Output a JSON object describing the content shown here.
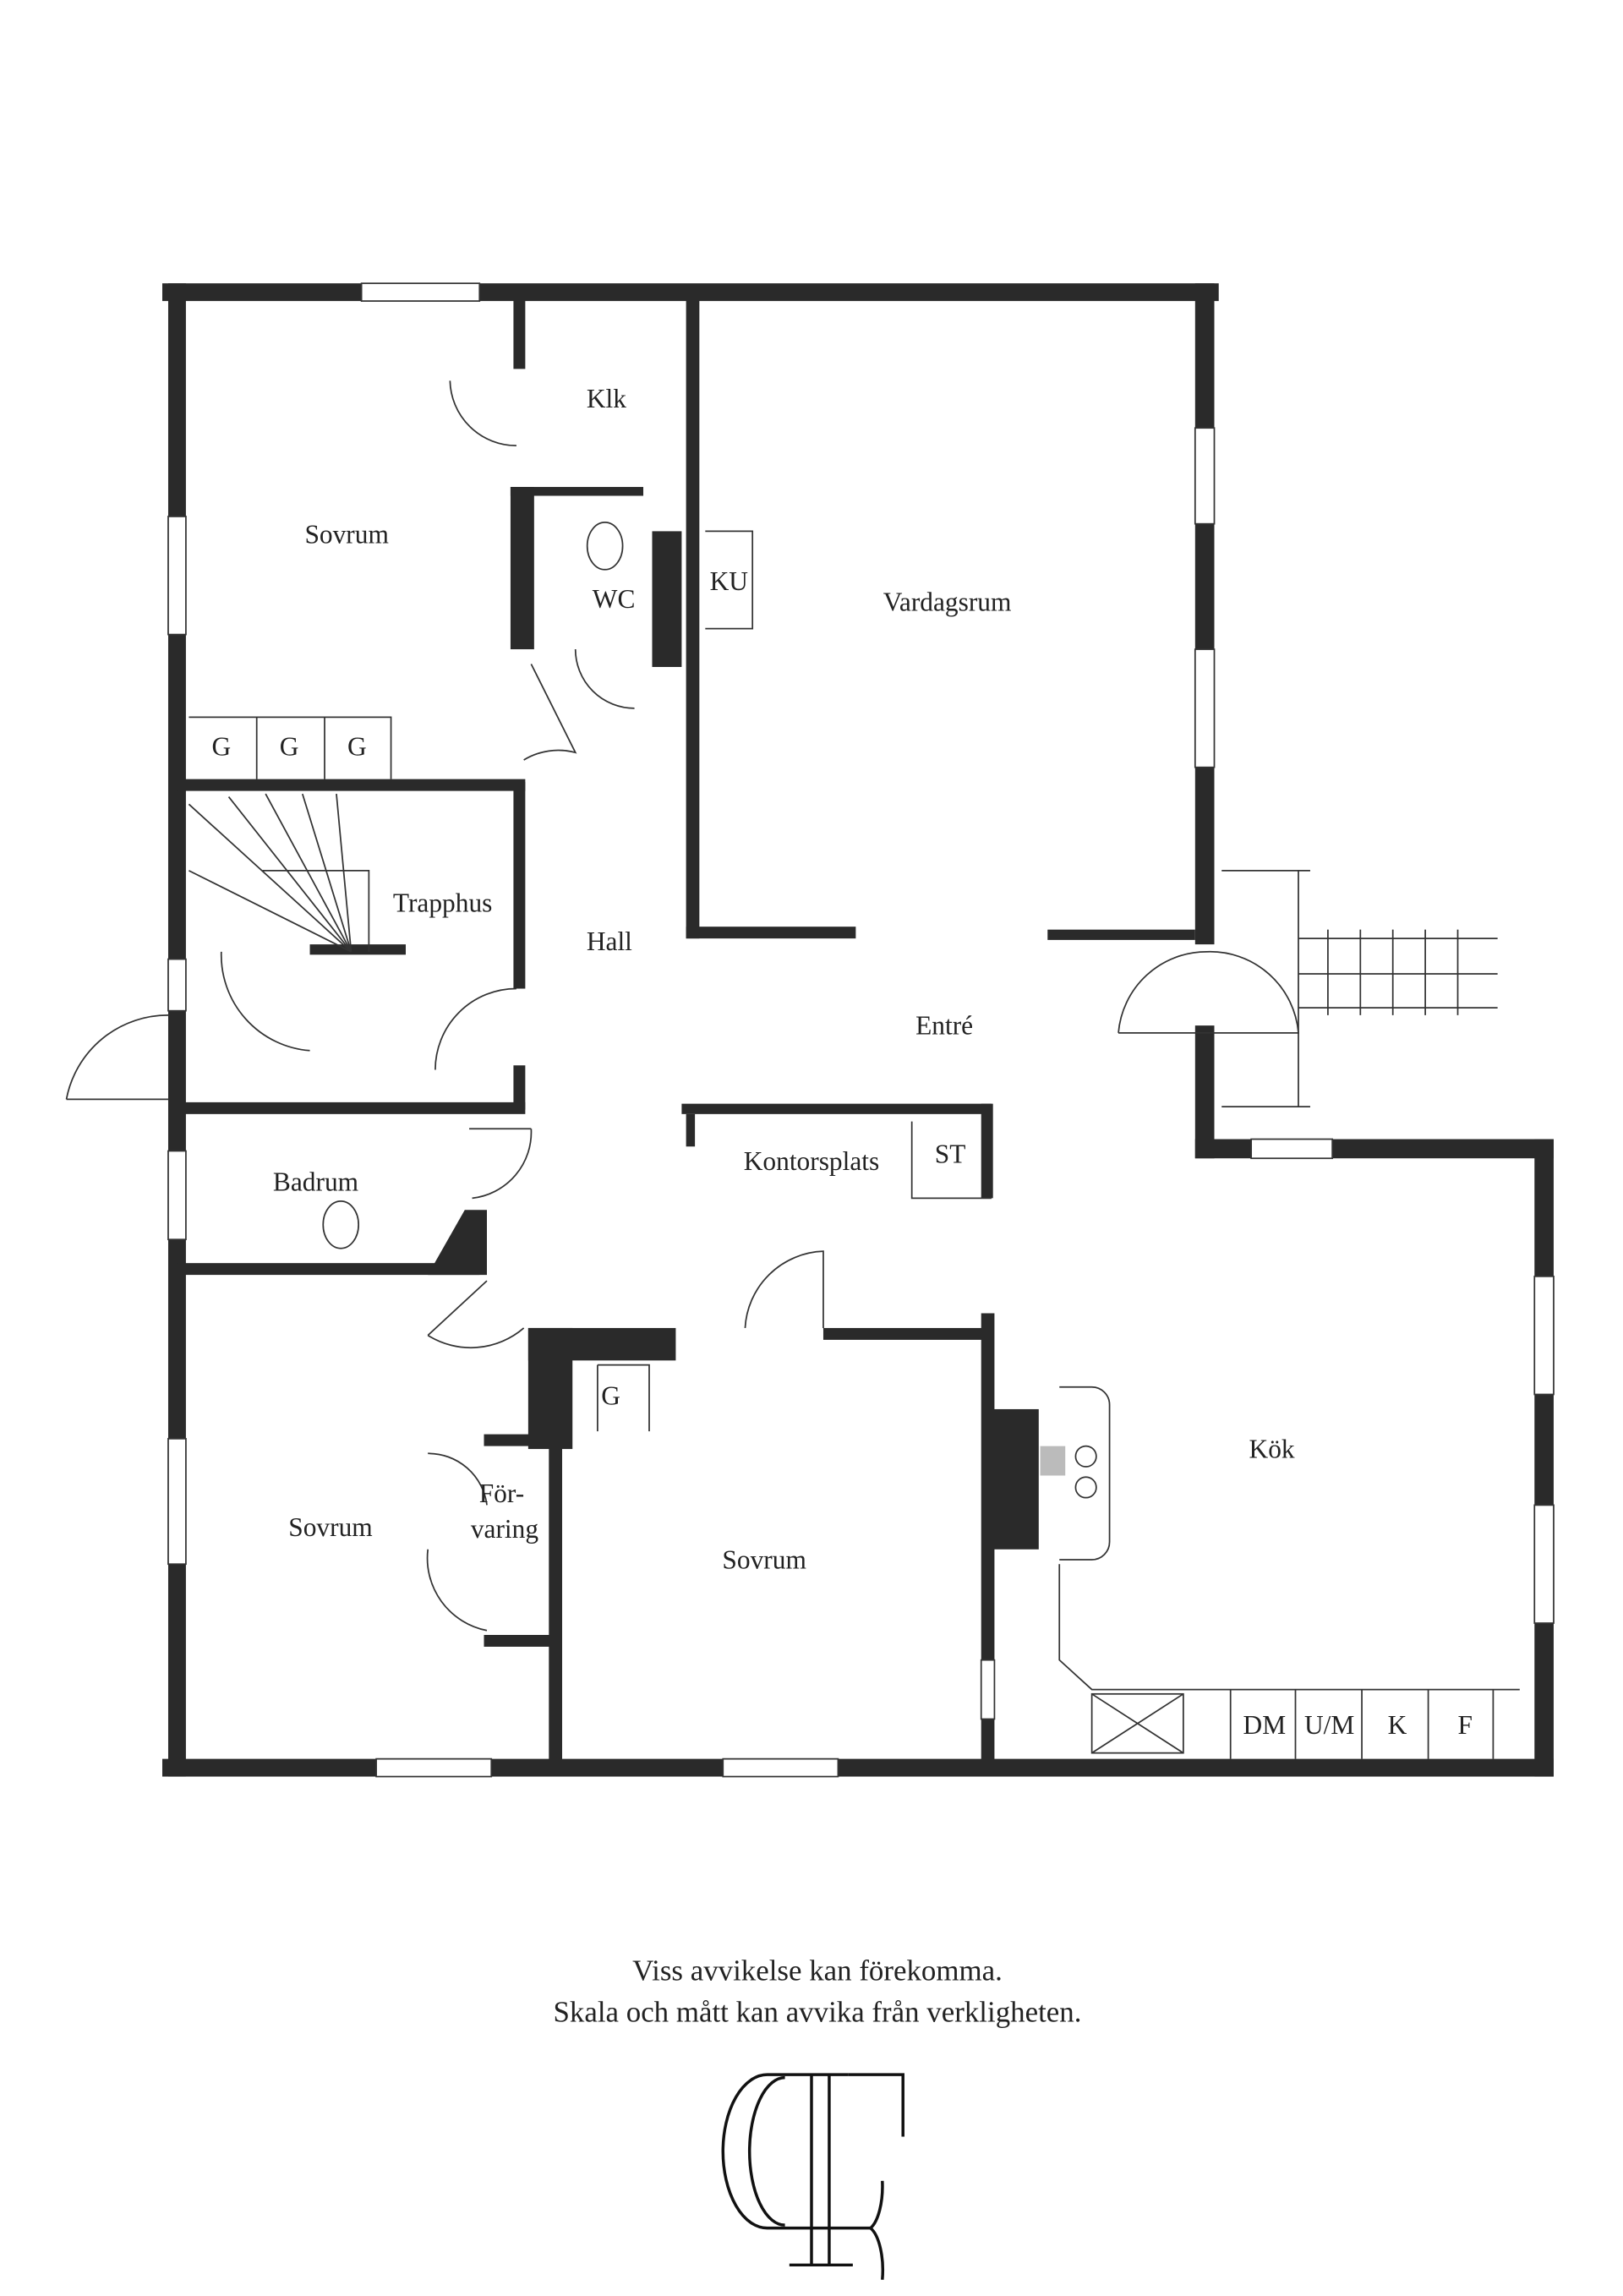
{
  "rooms": {
    "klk": "Klk",
    "sovrum_nw": "Sovrum",
    "wc": "WC",
    "ku": "KU",
    "vardagsrum": "Vardagsrum",
    "g1": "G",
    "g2": "G",
    "g3": "G",
    "trapphus": "Trapphus",
    "hall": "Hall",
    "entre": "Entré",
    "badrum": "Badrum",
    "kontorsplats": "Kontorsplats",
    "st": "ST",
    "g4": "G",
    "kok": "Kök",
    "sovrum_sw": "Sovrum",
    "forvaring_1": "För-",
    "forvaring_2": "varing",
    "sovrum_s": "Sovrum",
    "dm": "DM",
    "um": "U/M",
    "k": "K",
    "f": "F"
  },
  "footer": {
    "line1": "Viss avvikelse kan förekomma.",
    "line2": "Skala och mått kan avvika från verkligheten."
  },
  "logo": {
    "text": "CF"
  },
  "colors": {
    "wall": "#2a2a2a",
    "background": "#ffffff"
  }
}
